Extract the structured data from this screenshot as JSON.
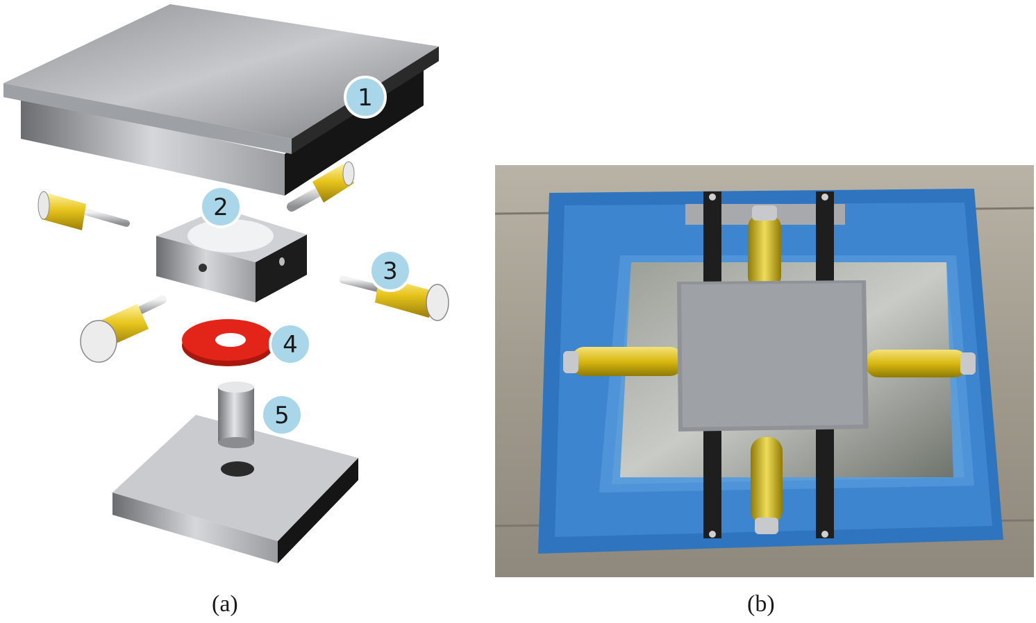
{
  "panels": {
    "a": {
      "caption": "(a)",
      "callouts": [
        {
          "label": "1"
        },
        {
          "label": "2"
        },
        {
          "label": "3"
        },
        {
          "label": "4"
        },
        {
          "label": "5"
        }
      ]
    },
    "b": {
      "caption": "(b)"
    }
  },
  "colors": {
    "callout_fill": "#a9d6e9",
    "roller_yellow": "#e7c51d",
    "ring_red": "#e32419",
    "frame_blue": "#3d86cf"
  }
}
